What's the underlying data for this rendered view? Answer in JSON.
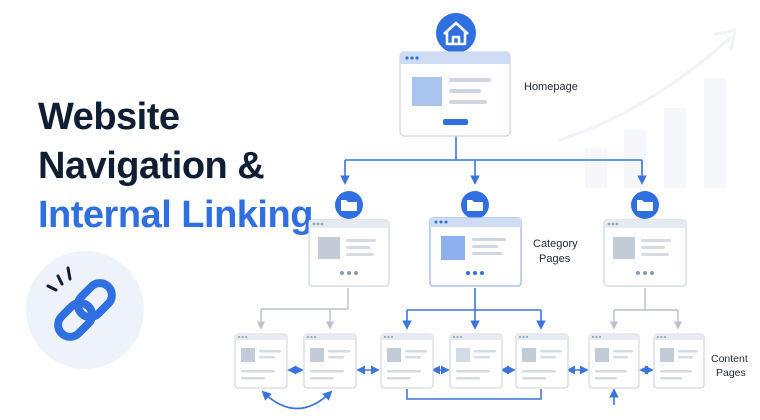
{
  "headline": {
    "line1": "Website",
    "line2": "Navigation &",
    "line3": "Internal Linking"
  },
  "labels": {
    "homepage": "Homepage",
    "category_line1": "Category",
    "category_line2": "Pages",
    "content_line1": "Content",
    "content_line2": "Pages"
  },
  "icons": {
    "home": "home-icon",
    "folder": "folder-icon",
    "link": "chain-link-icon"
  },
  "colors": {
    "text_dark": "#0f1e33",
    "accent_blue": "#2f6fe0",
    "connector_blue": "#3b74dd",
    "connector_gray": "#b8c2d1",
    "card_border": "#cdd5e1",
    "card_header": "#e6ebf2",
    "highlight_header": "#cfdcf5",
    "circle_bg": "#eef3fb"
  }
}
